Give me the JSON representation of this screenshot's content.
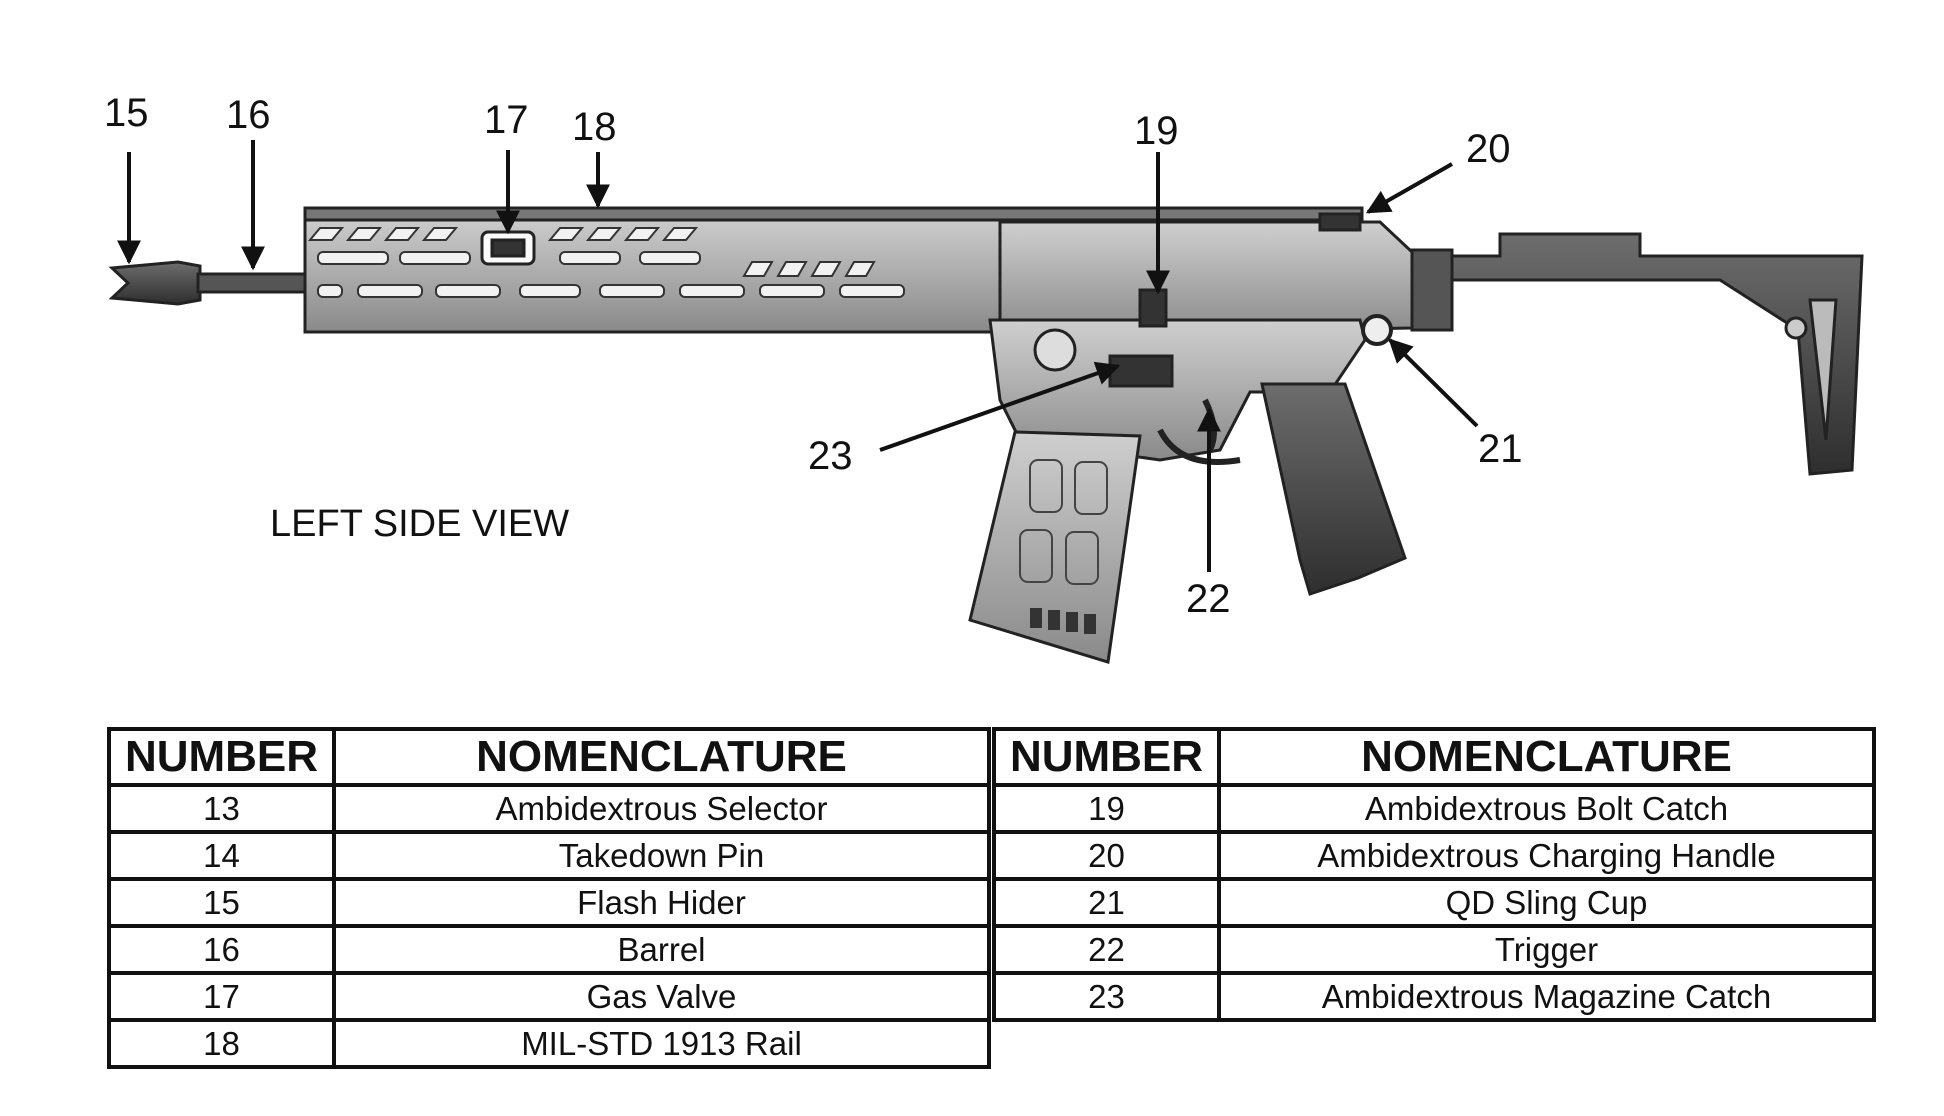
{
  "diagram": {
    "view_label": "LEFT SIDE VIEW",
    "callouts": [
      "15",
      "16",
      "17",
      "18",
      "19",
      "20",
      "21",
      "22",
      "23"
    ]
  },
  "table": {
    "headers": {
      "number": "NUMBER",
      "nomenclature": "NOMENCLATURE"
    },
    "left_rows": [
      {
        "number": "13",
        "name": "Ambidextrous Selector"
      },
      {
        "number": "14",
        "name": "Takedown Pin"
      },
      {
        "number": "15",
        "name": "Flash Hider"
      },
      {
        "number": "16",
        "name": "Barrel"
      },
      {
        "number": "17",
        "name": "Gas Valve"
      },
      {
        "number": "18",
        "name": "MIL-STD 1913 Rail"
      }
    ],
    "right_rows": [
      {
        "number": "19",
        "name": "Ambidextrous Bolt Catch"
      },
      {
        "number": "20",
        "name": "Ambidextrous Charging Handle"
      },
      {
        "number": "21",
        "name": "QD Sling Cup"
      },
      {
        "number": "22",
        "name": "Trigger"
      },
      {
        "number": "23",
        "name": "Ambidextrous Magazine Catch"
      }
    ]
  }
}
